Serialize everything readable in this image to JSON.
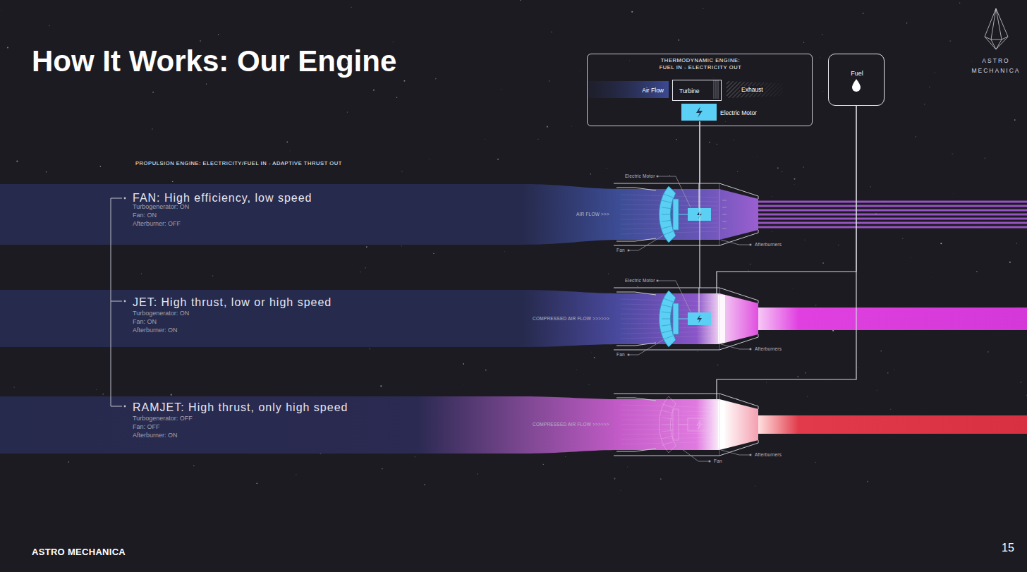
{
  "diagram": {
    "title": "How It Works: Our Engine",
    "nodes": [
      {
        "text": [
          "THERMODYNAMIC ENGINE: FUEL IN - ELECTRICITY OUT"
        ]
      },
      {
        "text": [
          "Air Flow"
        ],
        "in": 0
      },
      {
        "text": [
          "Turbine"
        ],
        "in": 0
      },
      {
        "text": [
          "Exhaust"
        ],
        "in": 0
      },
      {
        "text": [
          "Electric Motor"
        ],
        "in": 0
      },
      {
        "text": [
          "Fuel"
        ]
      },
      {
        "text": [
          "FAN: High efficiency, low speed",
          "Turbogenerator: ON",
          "Fan: ON",
          "Afterburner: OFF"
        ]
      },
      {
        "text": [
          "JET: High thrust, low or high speed",
          "Turbogenerator: ON",
          "Fan: ON",
          "Afterburner: ON"
        ]
      },
      {
        "text": [
          "RAMJET: High thrust, only high speed",
          "Turbogenerator: OFF",
          "Fan: OFF",
          "Afterburner: ON"
        ]
      },
      {
        "text": [
          "Electric Motor",
          "AIR FLOW >>>",
          "Fan",
          "Afterburners"
        ]
      },
      {
        "text": [
          "Electric Motor",
          "COMPRESSED AIR FLOW >>>>>>",
          "Fan",
          "Afterburners"
        ]
      },
      {
        "text": [
          "COMPRESSED AIR FLOW >>>>>>",
          "Fan",
          "Afterburners"
        ]
      }
    ],
    "edges": [
      {
        "from": 4,
        "to": 9,
        "arrow": "none"
      },
      {
        "from": 4,
        "to": 10,
        "arrow": "none"
      },
      {
        "from": 5,
        "to": 10,
        "arrow": "none"
      },
      {
        "from": 5,
        "to": 11,
        "arrow": "none"
      }
    ],
    "labels": [
      "ASTRO MECHANICA",
      "PROPULSION ENGINE: ELECTRICITY/FUEL IN - ADAPTIVE THRUST OUT",
      "ASTRO MECHANICA",
      "15"
    ]
  }
}
